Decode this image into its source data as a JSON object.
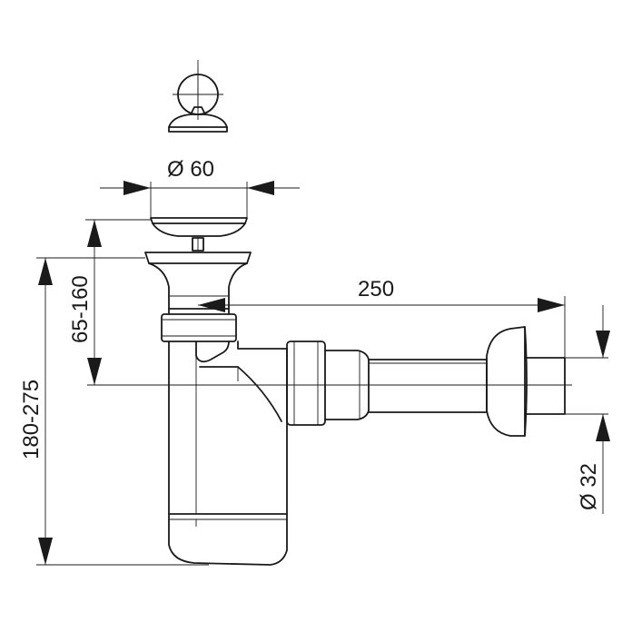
{
  "dimensions": {
    "stopper_diameter": "Ø 60",
    "outlet_length": "250",
    "height_inlet": "65-160",
    "height_total": "180-275",
    "pipe_diameter": "Ø 32"
  }
}
